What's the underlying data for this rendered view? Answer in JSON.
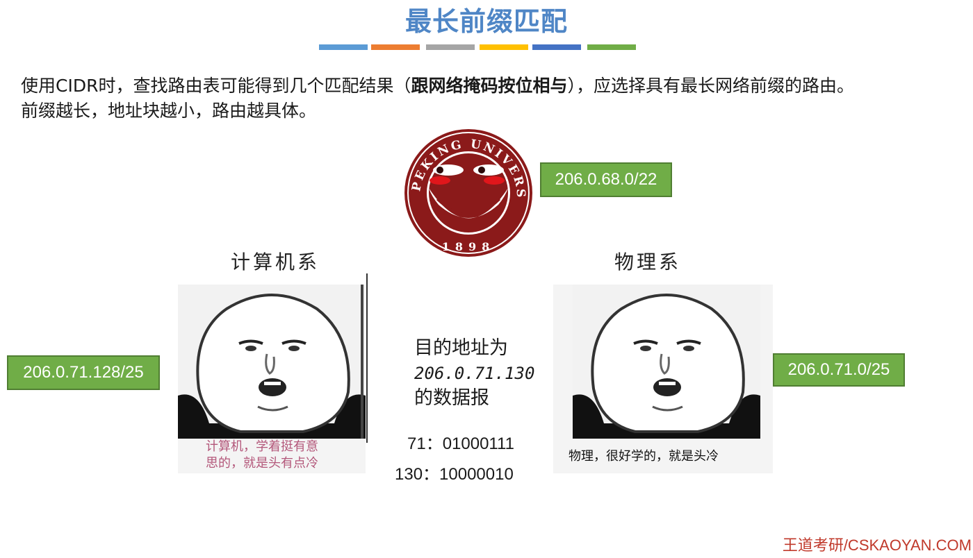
{
  "title": "最长前缀匹配",
  "stripes": [
    "#5b9bd5",
    "#ed7d31",
    "#a5a5a5",
    "#ffc000",
    "#4472c4",
    "#70ad47"
  ],
  "intro": {
    "part1": "使用CIDR时，查找路由表可能得到几个匹配结果（",
    "bold": "跟网络掩码按位相与",
    "part2": "），应选择具有最长网络前缀的路由。",
    "line2": "前缀越长，地址块越小，路由越具体。"
  },
  "routes": {
    "pku": "206.0.68.0/22",
    "cs": "206.0.71.128/25",
    "physics": "206.0.71.0/25"
  },
  "departments": {
    "cs_title": "计算机系",
    "physics_title": "物理系",
    "cs_caption_line1": "计算机，学着挺有意",
    "cs_caption_line2": "思的，就是头有点冷",
    "physics_caption": "物理，很好学的，就是头冷"
  },
  "destination": {
    "line1": "目的地址为",
    "address": "206.0.71.130",
    "line3": "的数据报"
  },
  "binary": {
    "row1": "71：01000111",
    "row2": "130：10000010"
  },
  "footer": "王道考研/CSKAOYAN.COM",
  "colors": {
    "accent": "#4f86c6",
    "green_box": "#70ad47",
    "seal": "#8b1a1a",
    "footer": "#c0392b"
  },
  "icons": [
    "pku-seal-icon",
    "meme-face-icon"
  ]
}
